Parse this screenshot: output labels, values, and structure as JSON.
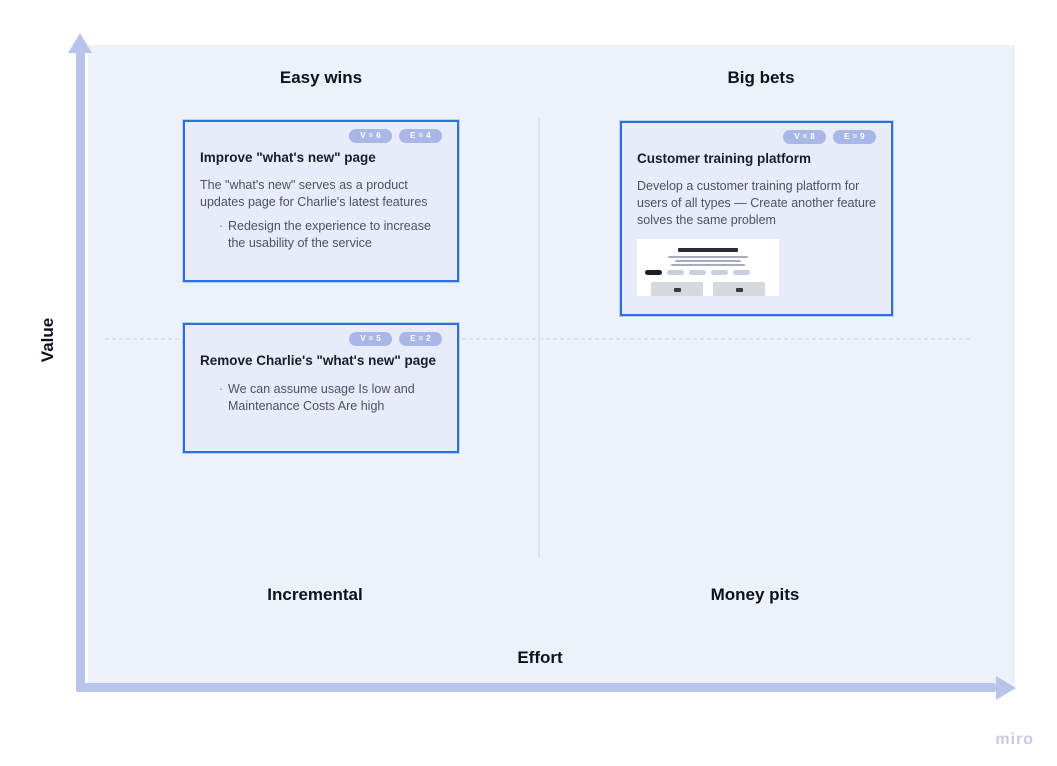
{
  "matrix": {
    "x_axis_label": "Effort",
    "y_axis_label": "Value",
    "quadrant_top_left": "Easy wins",
    "quadrant_top_right": "Big bets",
    "quadrant_bottom_left": "Incremental",
    "quadrant_bottom_right": "Money pits"
  },
  "cards": [
    {
      "title": "Improve \"what's new\" page",
      "value_badge": "V = 6",
      "effort_badge": "E = 4",
      "body": "The \"what's new\" serves as a product updates page for Charlie's latest features",
      "bullets": [
        "Redesign the experience to increase the usability of the service"
      ]
    },
    {
      "title": "Customer training platform",
      "value_badge": "V = 8",
      "effort_badge": "E = 9",
      "body": "Develop a customer training platform for users of all types — Create another feature solves the same problem",
      "thumbnail": "webpage-mockup-thumbnail"
    },
    {
      "title": "Remove Charlie's \"what's new\" page",
      "value_badge": "V = 5",
      "effort_badge": "E = 2",
      "bullets": [
        "We can assume usage Is low and Maintenance Costs Are high"
      ]
    }
  ],
  "watermark": {
    "label": "miro"
  },
  "colors": {
    "accent_border": "#2e6fde",
    "axis": "#b8c4ec",
    "badge": "#a9b7e7",
    "plot_background": "#edf1fa",
    "card_background": "#e7ecf8",
    "watermark": "#c6cade"
  }
}
